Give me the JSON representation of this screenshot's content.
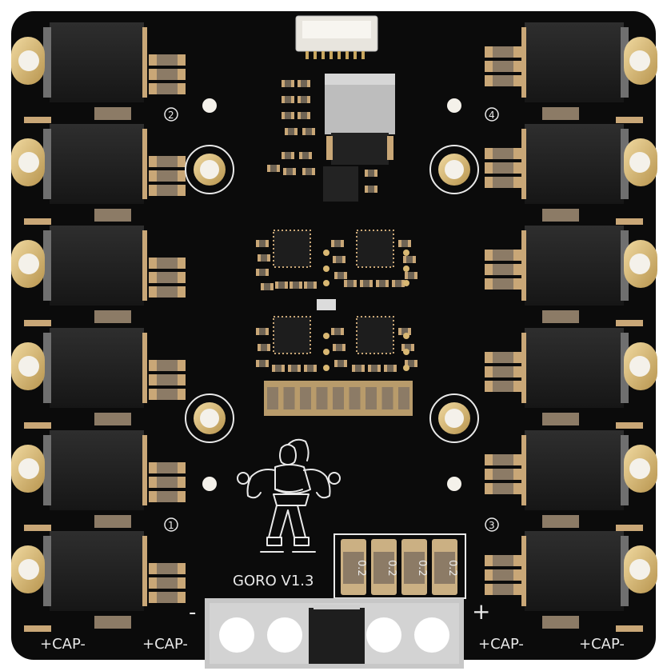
{
  "board": {
    "name": "GORO V1.3",
    "colors": {
      "pcb": "#0b0b0b",
      "edge": "#1a1a1a",
      "gold": "#d9b873",
      "gold_dark": "#a88a47",
      "silkscreen": "#e9e9e9",
      "chip": "#1f1f1f",
      "cap": "#8c7b66",
      "resistor": "#c9a777"
    },
    "labels": {
      "cap_left_1": "+CAP-",
      "cap_left_2": "+CAP-",
      "cap_right_1": "+CAP-",
      "cap_right_2": "+CAP-",
      "minus_sign": "-",
      "plus_sign": "+",
      "motor_1": "1",
      "motor_2": "2",
      "motor_3": "3",
      "motor_4": "4"
    },
    "capacitor_markings": [
      "0.2",
      "0.2",
      "0.2",
      "0.2"
    ],
    "mascot_icon": "warrior-mascot-icon"
  }
}
